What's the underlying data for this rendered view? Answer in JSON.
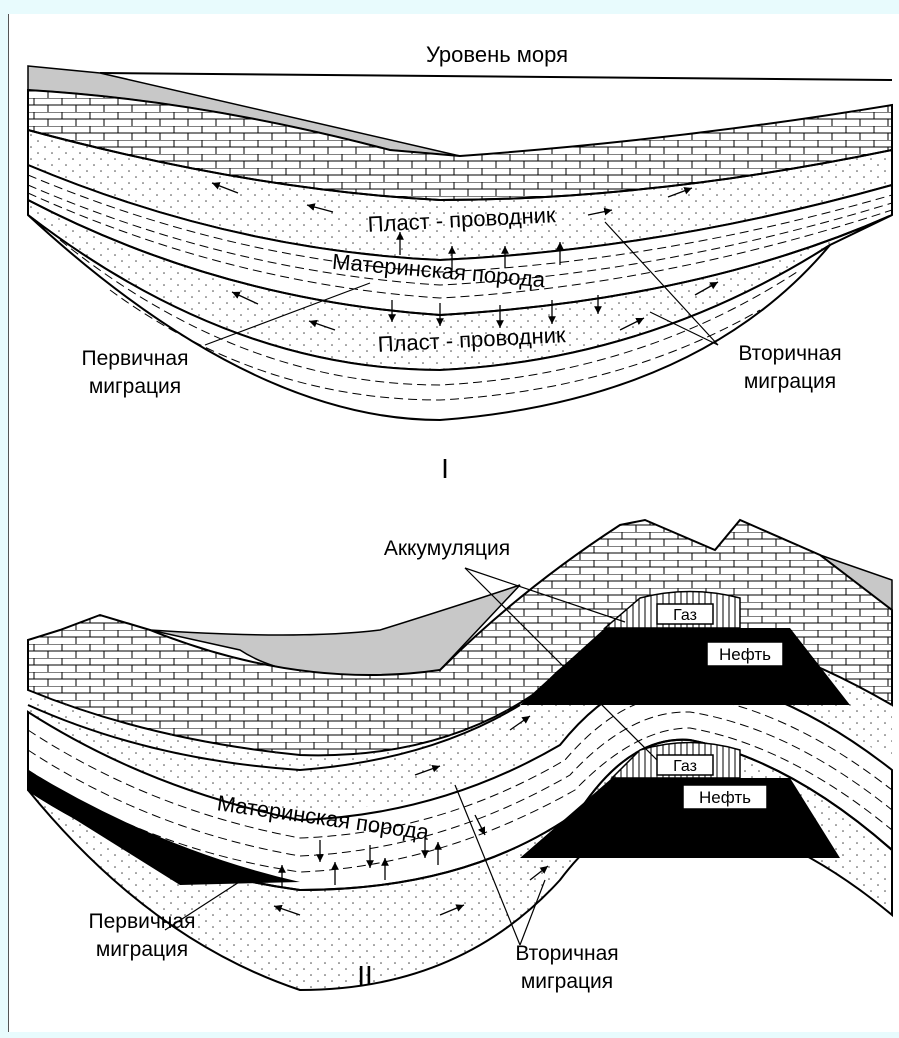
{
  "diagram_I": {
    "sea_level": "Уровень моря",
    "carrier_top": "Пласт - проводник",
    "source_rock": "Материнская порода",
    "carrier_bottom": "Пласт - проводник",
    "primary_line1": "Первичная",
    "primary_line2": "миграция",
    "secondary_line1": "Вторичная",
    "secondary_line2": "миграция",
    "roman": "I"
  },
  "diagram_II": {
    "accumulation": "Аккумуляция",
    "gas_upper": "Газ",
    "oil_upper": "Нефть",
    "gas_lower": "Газ",
    "oil_lower": "Нефть",
    "source_rock": "Материнская порода",
    "primary_line1": "Первичная",
    "primary_line2": "миграция",
    "secondary_line1": "Вторичная",
    "secondary_line2": "миграция",
    "roman": "II"
  },
  "colors": {
    "background": "#e8fbfd",
    "fill_gray": "#c8c8c8",
    "oil": "#000000"
  }
}
